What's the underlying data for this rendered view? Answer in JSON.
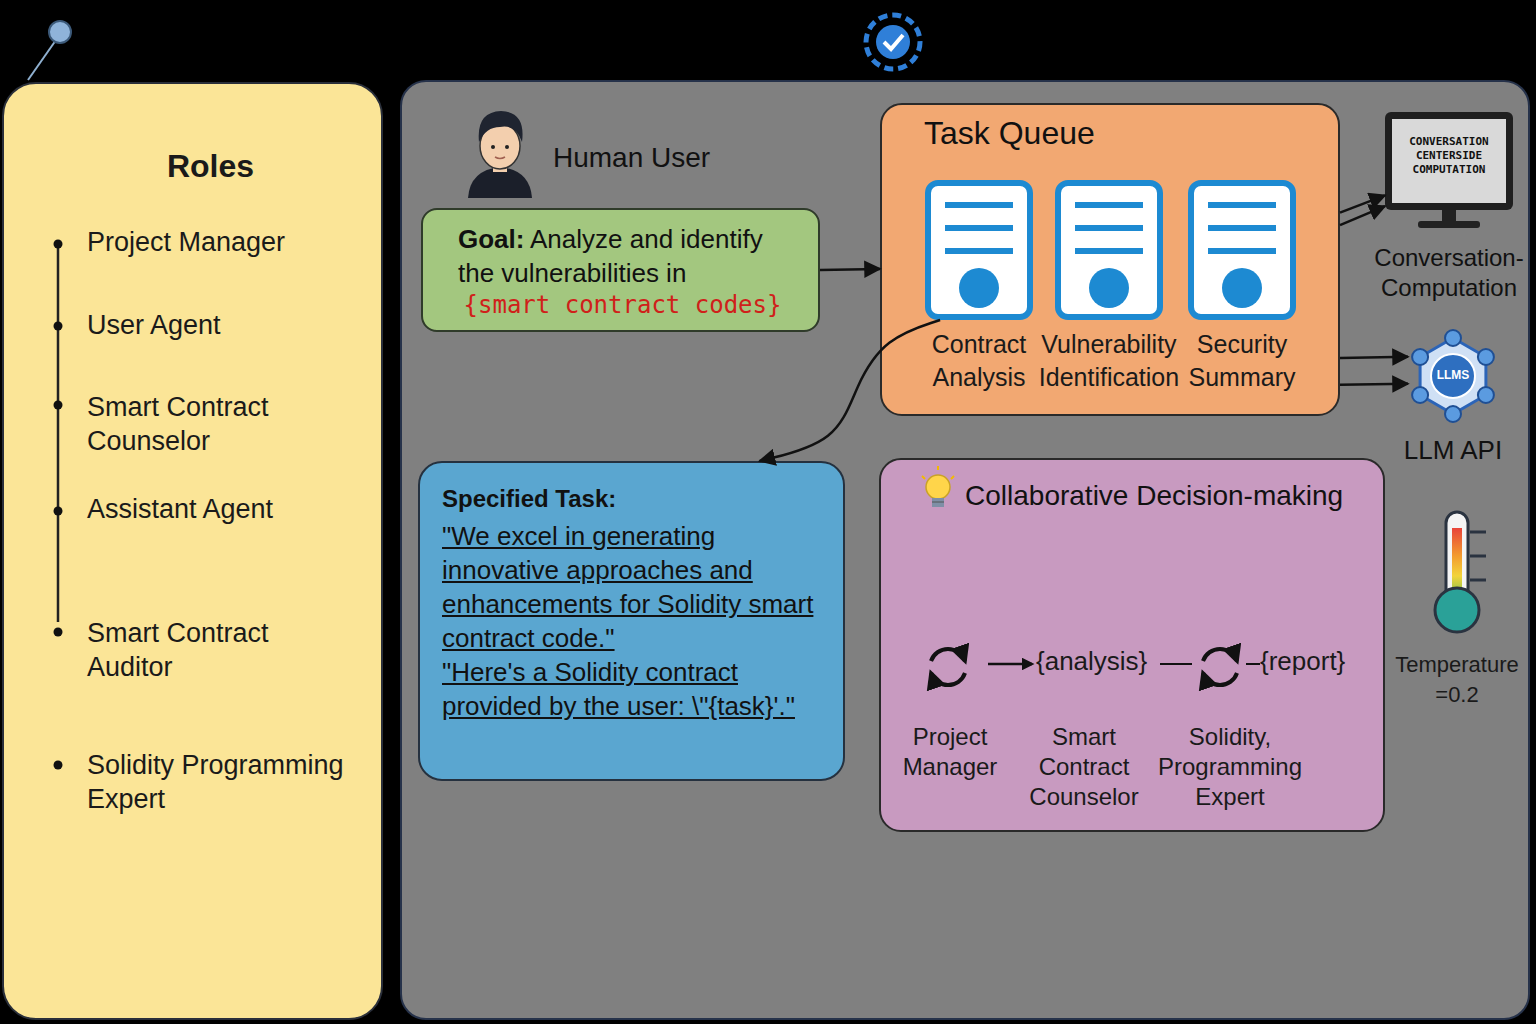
{
  "diagram": {
    "nodes": [
      {
        "text": [
          "Roles",
          "Project Manager",
          "User Agent",
          "Smart Contract Counselor",
          "Assistant Agent",
          "Smart Contract Auditor",
          "Solidity Programming Expert"
        ]
      },
      {
        "text": [
          "Human User"
        ]
      },
      {
        "text": [
          "Goal:",
          "Analyze and identify the vulnerabilities in",
          "{smart contract codes}"
        ],
        "in": 1
      },
      {
        "text": [
          "Task Queue"
        ],
        "in": 1
      },
      {
        "text": [
          "Contract Analysis"
        ],
        "in": 3
      },
      {
        "text": [
          "Vulnerability Identification"
        ],
        "in": 3
      },
      {
        "text": [
          "Security Summary"
        ],
        "in": 3
      },
      {
        "text": [
          "Specified Task:",
          "\"We excel in generating innovative approaches and enhancements for Solidity smart contract code.\"",
          "\"Here's a Solidity contract provided by the user: \\\"{task}'.\""
        ],
        "in": 1
      },
      {
        "text": [
          "Collaborative Decision-making"
        ],
        "in": 1
      },
      {
        "text": [
          "CONVERSATION CENTERSIDE COMPUTATION",
          "Conversation-Computation"
        ],
        "in": 1
      },
      {
        "text": [
          "LLMS",
          "LLM API"
        ],
        "in": 1
      }
    ],
    "edges": [
      {
        "from": 2,
        "to": 3,
        "arrow": "to"
      },
      {
        "from": 4,
        "to": 7,
        "arrow": "to"
      },
      {
        "from": 3,
        "to": 9,
        "arrow": "to"
      },
      {
        "from": 3,
        "to": 9,
        "arrow": "to"
      },
      {
        "from": 3,
        "to": 10,
        "arrow": "to"
      },
      {
        "from": 3,
        "to": 10,
        "arrow": "to"
      }
    ],
    "labels": [
      "{analysis}",
      "{report}",
      "Project Manager",
      "Smart Contract Counselor",
      "Solidity, Programming Expert",
      "Temperature =0.2"
    ]
  }
}
